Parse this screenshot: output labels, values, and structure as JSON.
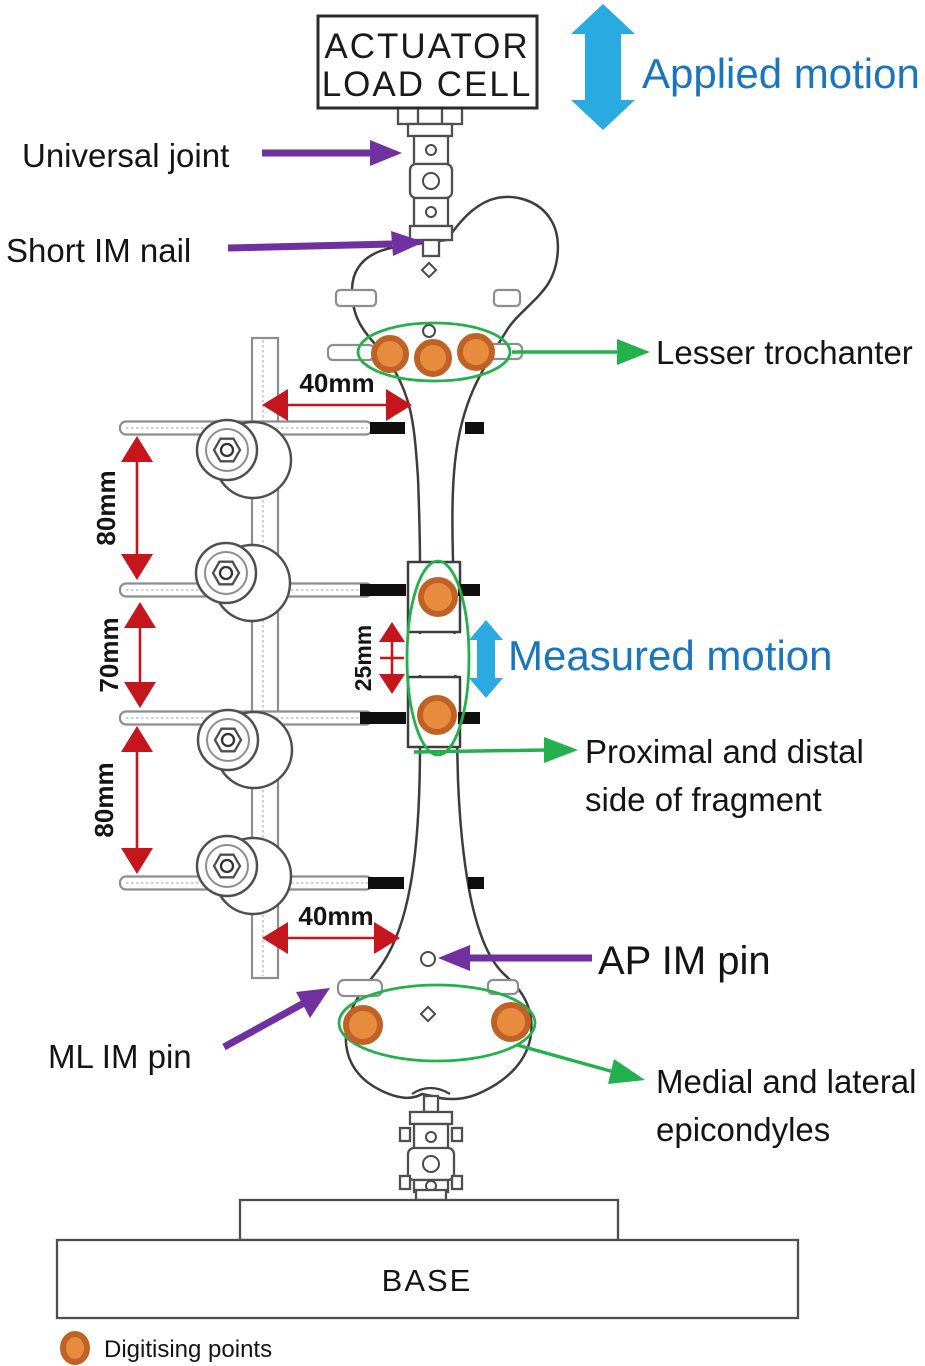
{
  "colors": {
    "cyan": "#29ABE2",
    "blue": "#1B75BC",
    "purple": "#7030A0",
    "green": "#22B14C",
    "red": "#C4161C",
    "orange": "#E78C3F",
    "orange-ring": "#C06226"
  },
  "top": {
    "load_cell_line1": "ACTUATOR",
    "load_cell_line2": "LOAD CELL",
    "applied_motion": "Applied motion"
  },
  "labels": {
    "universal_joint": "Universal joint",
    "short_im_nail": "Short IM nail",
    "lesser_trochanter": "Lesser trochanter",
    "measured_motion": "Measured motion",
    "fragment_line1": "Proximal and distal",
    "fragment_line2": "side of fragment",
    "ap_im_pin": "AP IM pin",
    "ml_im_pin": "ML IM pin",
    "epicondyles_line1": "Medial and lateral",
    "epicondyles_line2": "epicondyles",
    "base": "BASE"
  },
  "measurements": {
    "top_offset": "40mm",
    "spacing_upper": "80mm",
    "spacing_middle": "70mm",
    "spacing_lower": "80mm",
    "gap": "25mm",
    "bottom_offset": "40mm"
  },
  "legend": {
    "marker": "orange-digitising-point",
    "digitising_points": "Digitising points"
  }
}
